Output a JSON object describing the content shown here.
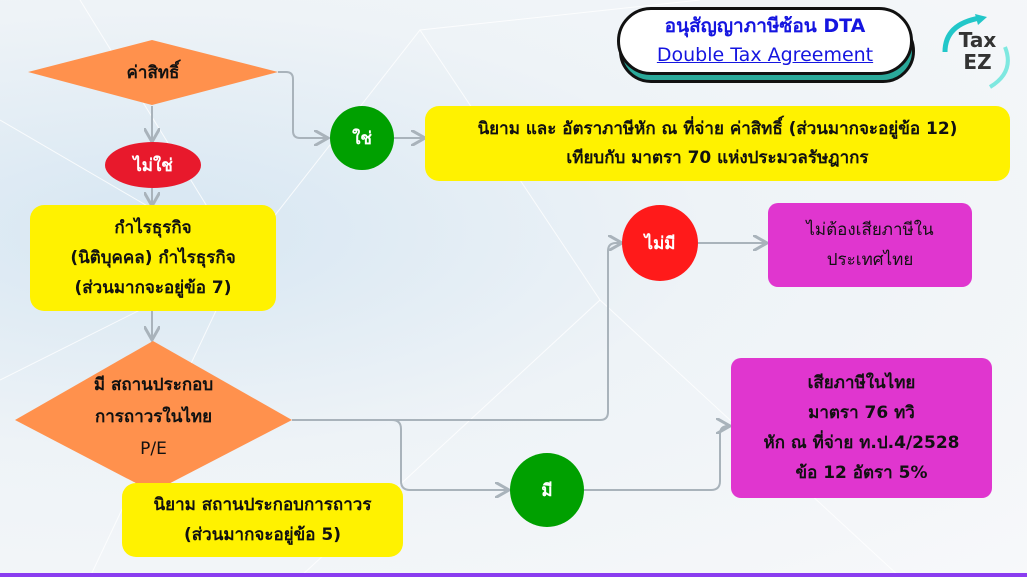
{
  "title": {
    "thai": "อนุสัญญาภาษีซ้อน DTA",
    "english": "Double Tax Agreement"
  },
  "logo": {
    "line1": "Tax",
    "line2": "EZ",
    "accent": "#22c7c9"
  },
  "nodes": {
    "royalty_decision": "ค่าสิทธิ์",
    "yes_royalty": "ใช่",
    "royalty_definition": [
      "นิยาม และ อัตราภาษีหัก ณ ที่จ่าย ค่าสิทธิ์ (ส่วนมากจะอยู่ข้อ 12)",
      "เทียบกับ มาตรา 70 แห่งประมวลรัษฎากร"
    ],
    "not_royalty": "ไม่ใช่",
    "business_profit": [
      "กำไรธุรกิจ",
      "(นิติบุคคล) กำไรธุรกิจ",
      "(ส่วนมากจะอยู่ข้อ 7)"
    ],
    "pe_decision": [
      "มี  สถานประกอบ",
      "การถาวรในไทย",
      "P/E"
    ],
    "pe_definition": [
      "นิยาม สถานประกอบการถาวร",
      "(ส่วนมากจะอยู่ข้อ 5)"
    ],
    "no_pe": "ไม่มี",
    "no_tax": [
      "ไม่ต้องเสียภาษีใน",
      "ประเทศไทย"
    ],
    "has_pe": "มี",
    "pay_tax": [
      "เสียภาษีในไทย",
      "มาตรา 76 ทวิ",
      "หัก ณ ที่จ่าย  ท.ป.4/2528",
      "ข้อ 12  อัตรา 5%"
    ]
  },
  "colors": {
    "orange": "#ff914d",
    "yellow": "#fff200",
    "green": "#00a000",
    "red": "#ff1a1a",
    "magenta": "#e036cf",
    "connector": "#a9b3bb"
  }
}
